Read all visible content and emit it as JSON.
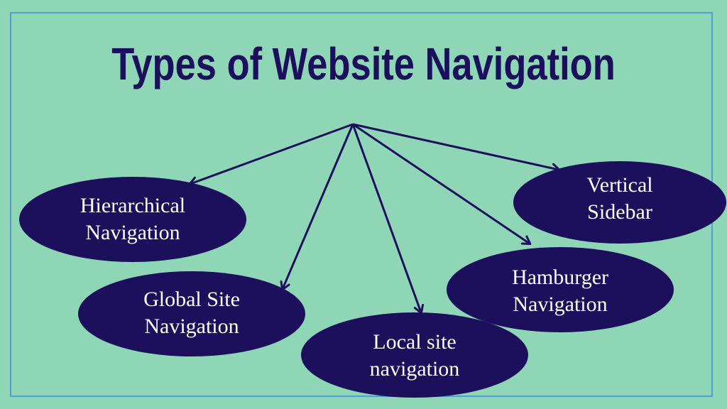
{
  "title": "Types of Website Navigation",
  "colors": {
    "background": "#8ed6b6",
    "frame": "#4f9fd0",
    "node_fill": "#1c0f5c",
    "arrow": "#1c0f5c",
    "title": "#1c0f5c",
    "node_text": "#ffffff"
  },
  "nodes": [
    {
      "id": "hierarchical",
      "line1": "Hierarchical",
      "line2": "Navigation"
    },
    {
      "id": "global",
      "line1": "Global Site",
      "line2": "Navigation"
    },
    {
      "id": "local",
      "line1": "Local site",
      "line2": "navigation"
    },
    {
      "id": "hamburger",
      "line1": "Hamburger",
      "line2": "Navigation"
    },
    {
      "id": "vertical",
      "line1": "Vertical",
      "line2": "Sidebar"
    }
  ]
}
